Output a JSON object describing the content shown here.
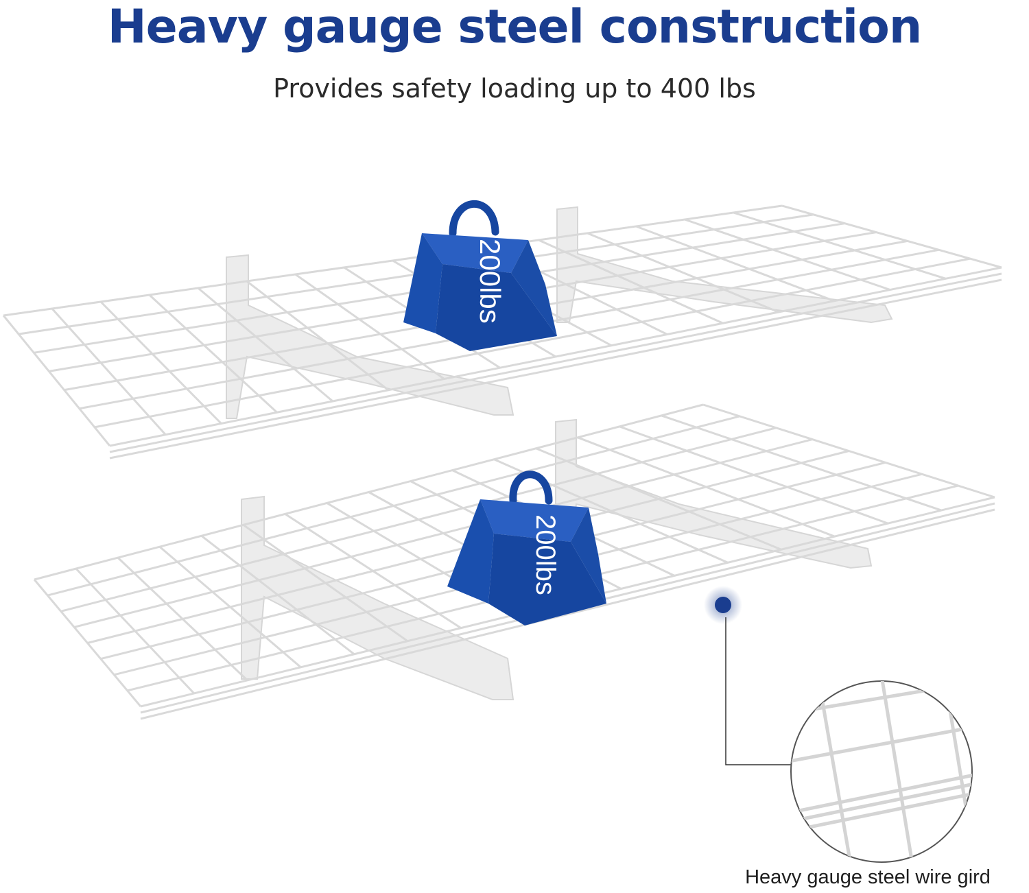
{
  "headline": "Heavy gauge steel construction",
  "subheadline": "Provides safety loading up to 400 lbs",
  "weights": [
    {
      "label": "200lbs"
    },
    {
      "label": "200lbs"
    }
  ],
  "callout": {
    "label": "Heavy gauge steel wire gird"
  },
  "icons": {
    "top_weight": "weight-icon",
    "bottom_weight": "weight-icon",
    "callout_dot": "dot-marker-icon"
  },
  "colors": {
    "brand_blue": "#1a3d8f",
    "weight_blue": "#1646a0",
    "text_dark": "#2a2a2a",
    "wire": "#dcdcdc",
    "bracket": "#ececec"
  }
}
